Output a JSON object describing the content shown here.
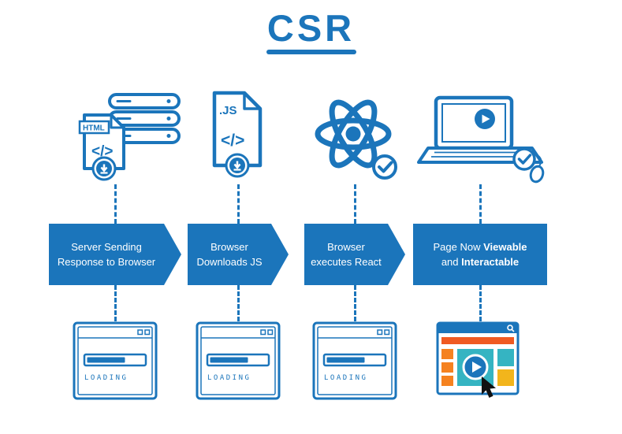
{
  "title": "CSR",
  "colors": {
    "accent_blue": "#1b75bb",
    "orange": "#f58220",
    "red_orange": "#f05a22",
    "teal": "#35b4c2",
    "yellow": "#f2b51c",
    "cursor_black": "#111111"
  },
  "file_icons": {
    "html_label": "HTML",
    "js_label": ".JS",
    "code_glyph": "</>"
  },
  "steps": [
    {
      "icon": "html-file-server-download-icon",
      "banner": {
        "line1": "Server Sending",
        "line2": "Response to Browser"
      },
      "window": {
        "type": "loading",
        "loading_label": "LOADING"
      }
    },
    {
      "icon": "js-file-download-icon",
      "banner": {
        "line1": "Browser",
        "line2": "Downloads JS"
      },
      "window": {
        "type": "loading",
        "loading_label": "LOADING"
      }
    },
    {
      "icon": "react-executed-check-icon",
      "banner": {
        "line1": "Browser",
        "line2": "executes React"
      },
      "window": {
        "type": "loading",
        "loading_label": "LOADING"
      }
    },
    {
      "icon": "laptop-media-check-mouse-icon",
      "banner": {
        "line1_pre": "Page Now",
        "line1_bold": "Viewable",
        "line2_pre": "and",
        "line2_bold": "Interactable"
      },
      "window": {
        "type": "loaded-page"
      }
    }
  ]
}
